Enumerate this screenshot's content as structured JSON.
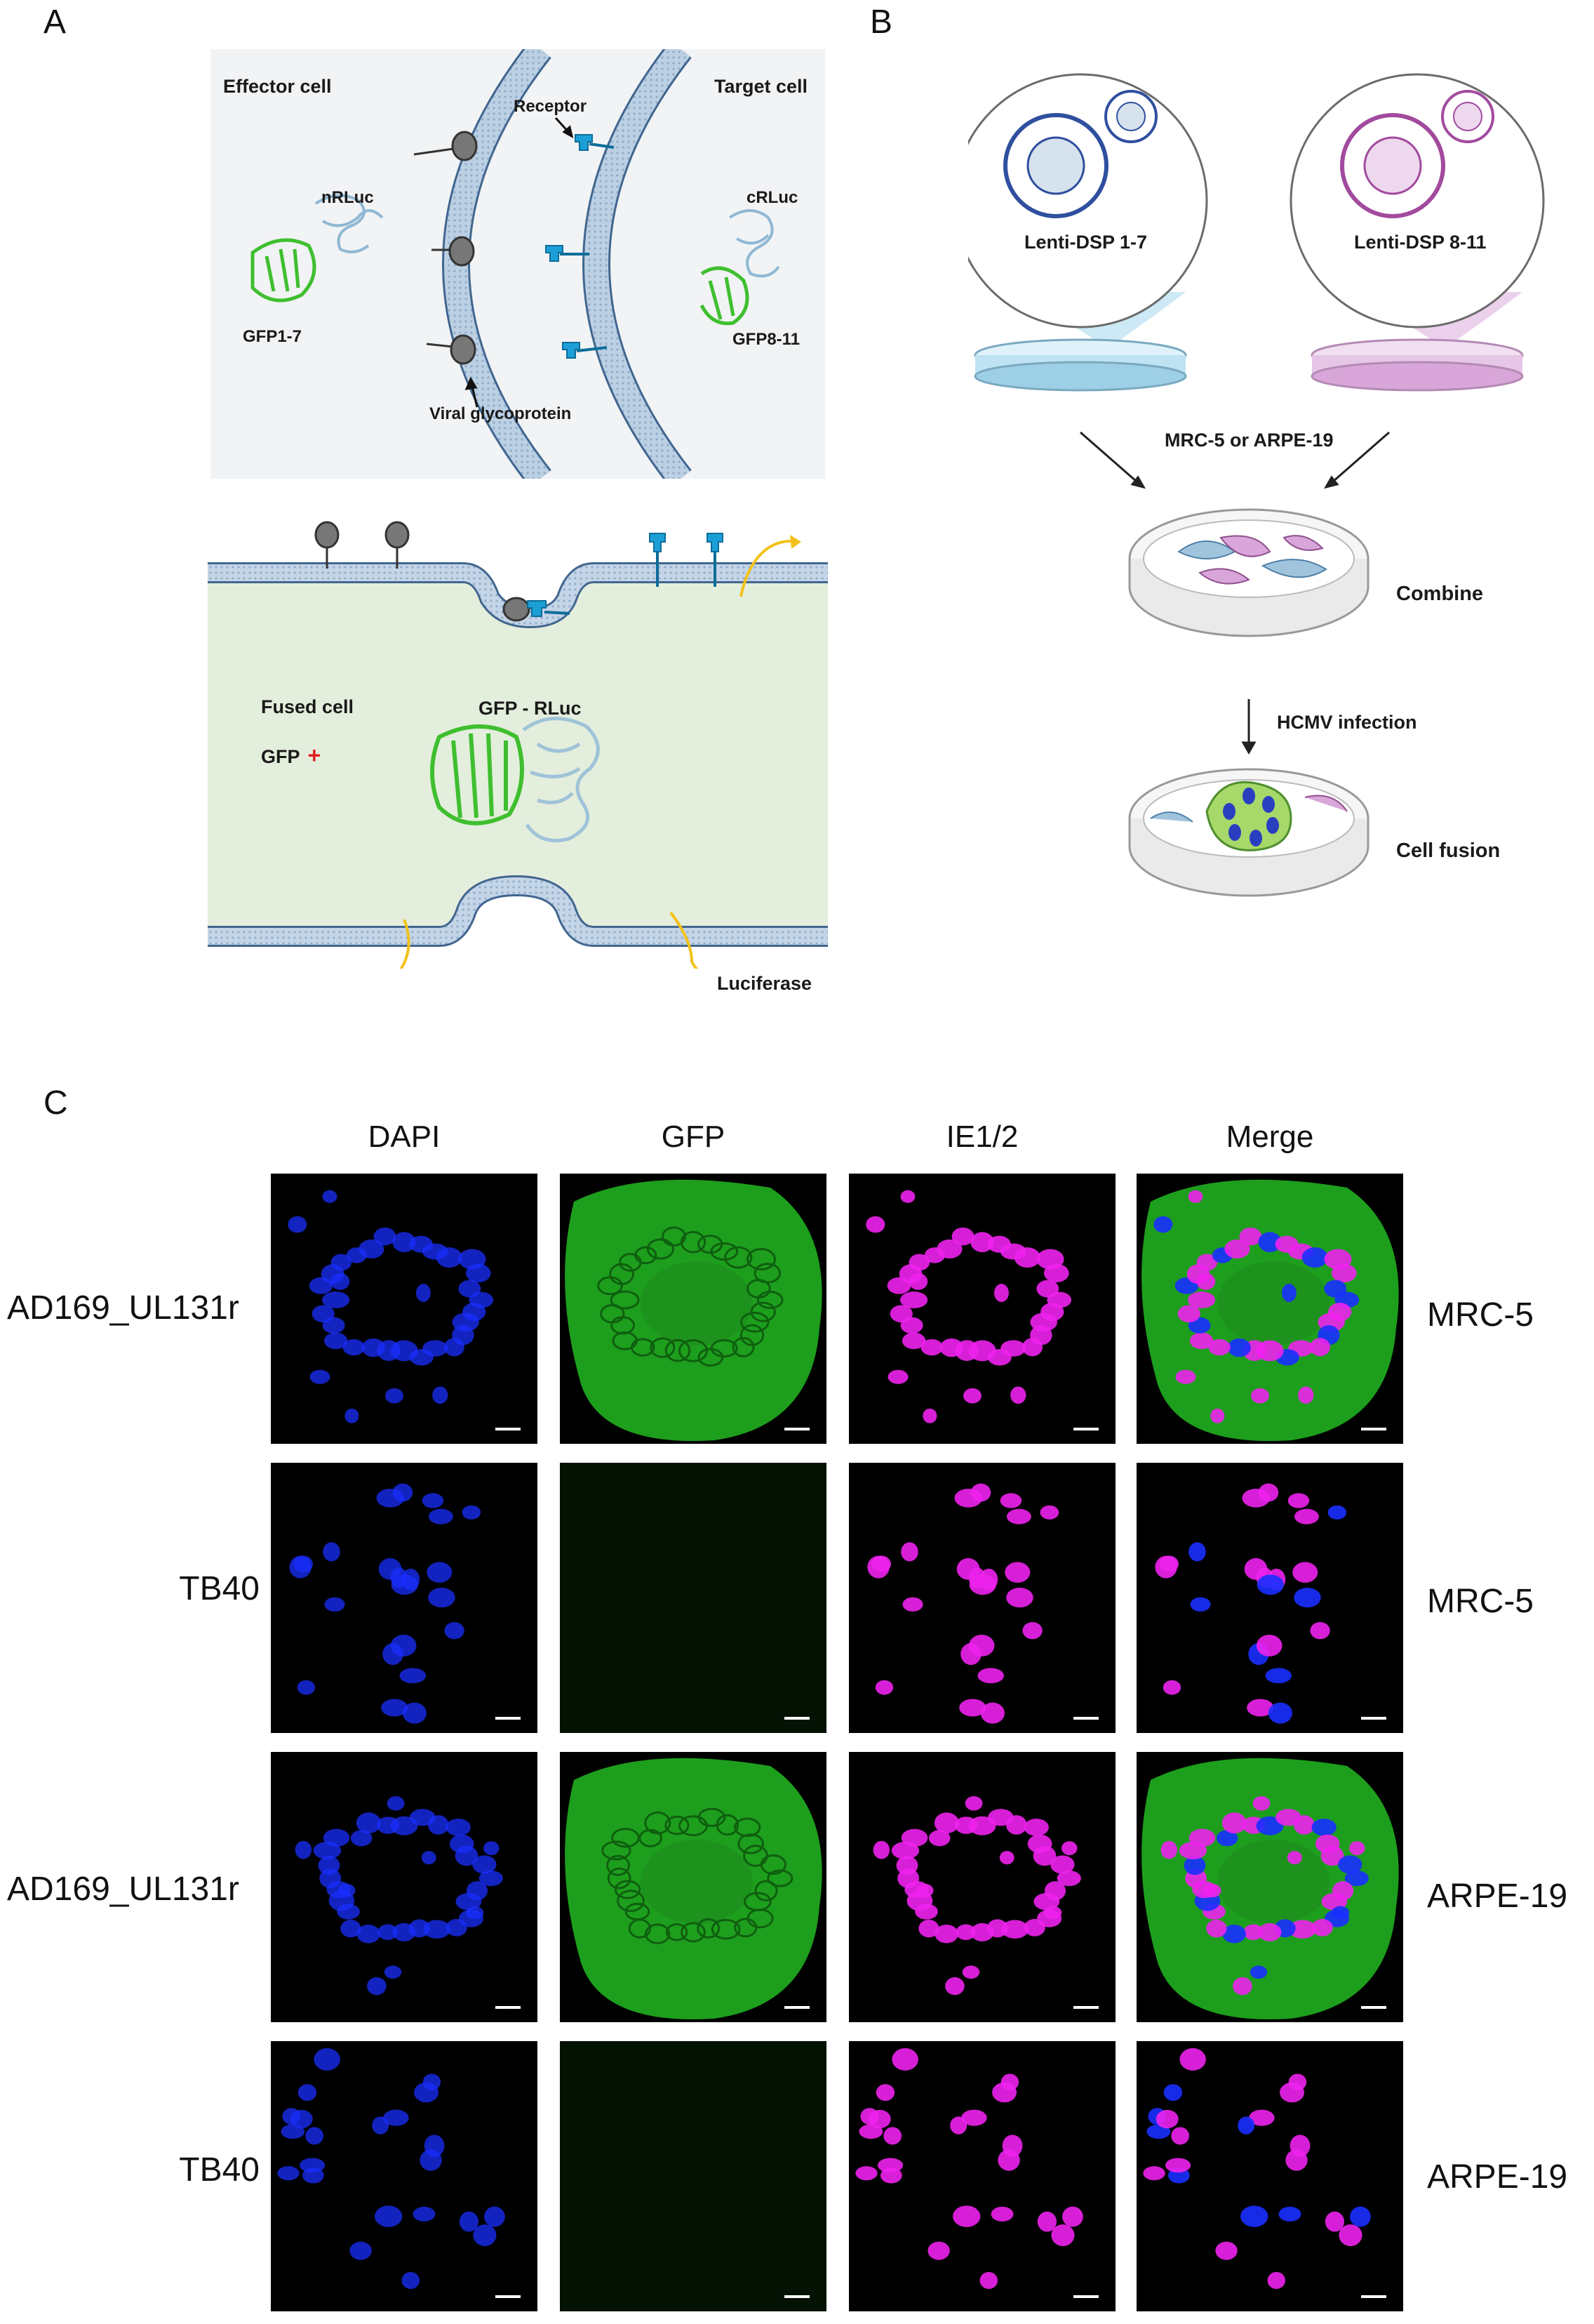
{
  "panels": {
    "a": "A",
    "b": "B",
    "c": "C"
  },
  "panel_a": {
    "effector_cell": "Effector cell",
    "target_cell": "Target cell",
    "receptor": "Receptor",
    "nrluc": "nRLuc",
    "crluc": "cRLuc",
    "gfp1_7": "GFP1-7",
    "gfp8_11": "GFP8-11",
    "viral_glycoprotein": "Viral glycoprotein",
    "fused_cell": "Fused cell",
    "gfp_plus_text": "GFP",
    "gfp_plus_sign": "+",
    "gfp_rluc": "GFP - RLuc",
    "luciferase": "Luciferase"
  },
  "panel_b": {
    "lenti_1_7": "Lenti-DSP 1-7",
    "lenti_8_11": "Lenti-DSP 8-11",
    "cell_lines": "MRC-5 or ARPE-19",
    "combine": "Combine",
    "hcmv": "HCMV infection",
    "fusion": "Cell fusion"
  },
  "panel_c": {
    "columns": [
      "DAPI",
      "GFP",
      "IE1/2",
      "Merge"
    ],
    "rows": [
      {
        "virus": "AD169_UL131r",
        "cell": "MRC-5"
      },
      {
        "virus": "TB40",
        "cell": "MRC-5"
      },
      {
        "virus": "AD169_UL131r",
        "cell": "ARPE-19"
      },
      {
        "virus": "TB40",
        "cell": "ARPE-19"
      }
    ]
  },
  "colors": {
    "membrane": "#a8bfd8",
    "membrane_dark": "#41668f",
    "receptor": "#1c9fd6",
    "glycoprotein": "#777777",
    "gfp": "#3fbf2f",
    "rluc": "#9fc3d8",
    "dapi": "#1a2fff",
    "ie": "#ee22ee",
    "green_signal": "#22bb22",
    "fused_bg": "#e4eedd",
    "panel_bg": "#f1f3f5",
    "dish_blue": "#bfe3f2",
    "dish_pink": "#e6c6e6",
    "luciferase_arrow": "#f2c21a"
  }
}
